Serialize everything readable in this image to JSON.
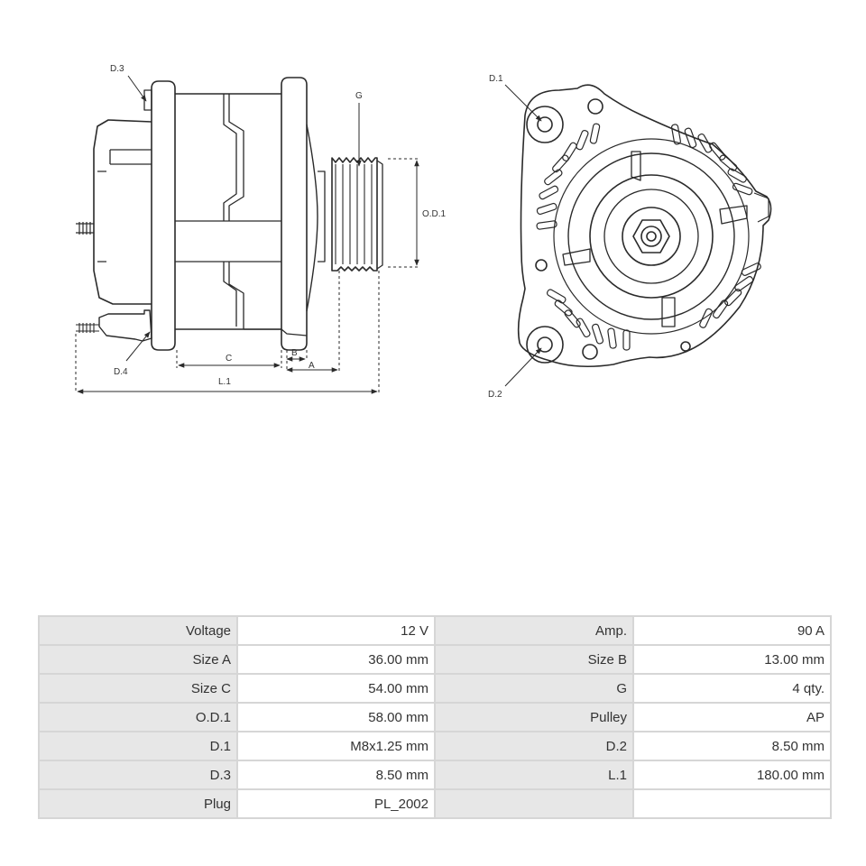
{
  "drawing": {
    "labels": {
      "d3": "D.3",
      "d4": "D.4",
      "c": "C",
      "b": "B",
      "a": "A",
      "l1": "L.1",
      "g": "G",
      "od1": "O.D.1",
      "d1": "D.1",
      "d2": "D.2"
    }
  },
  "specs": {
    "rows": [
      [
        {
          "k": "Voltage",
          "v": "12 V"
        },
        {
          "k": "Amp.",
          "v": "90 A"
        }
      ],
      [
        {
          "k": "Size A",
          "v": "36.00 mm"
        },
        {
          "k": "Size B",
          "v": "13.00 mm"
        }
      ],
      [
        {
          "k": "Size C",
          "v": "54.00 mm"
        },
        {
          "k": "G",
          "v": "4 qty."
        }
      ],
      [
        {
          "k": "O.D.1",
          "v": "58.00 mm"
        },
        {
          "k": "Pulley",
          "v": "AP"
        }
      ],
      [
        {
          "k": "D.1",
          "v": "M8x1.25 mm"
        },
        {
          "k": "D.2",
          "v": "8.50 mm"
        }
      ],
      [
        {
          "k": "D.3",
          "v": "8.50 mm"
        },
        {
          "k": "L.1",
          "v": "180.00 mm"
        }
      ],
      [
        {
          "k": "Plug",
          "v": "PL_2002"
        },
        {
          "k": "",
          "v": ""
        }
      ]
    ]
  }
}
